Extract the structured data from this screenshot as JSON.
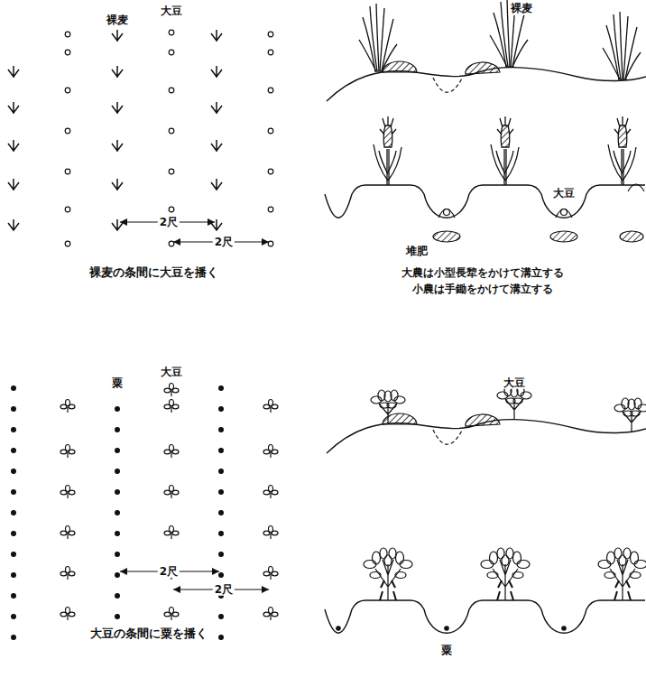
{
  "diagram": {
    "labels": [
      "大豆",
      "裸麦",
      "2尺",
      "2尺",
      "裸麦の条間に大豆を播く",
      "裸麦",
      "大豆",
      "堆肥",
      "大農は小型長犂をかけて溝立する",
      "小農は手鋤をかけて溝立する",
      "大豆",
      "粟",
      "2尺",
      "2尺",
      "大豆の条間に粟を播く",
      "大豆",
      "粟"
    ]
  }
}
